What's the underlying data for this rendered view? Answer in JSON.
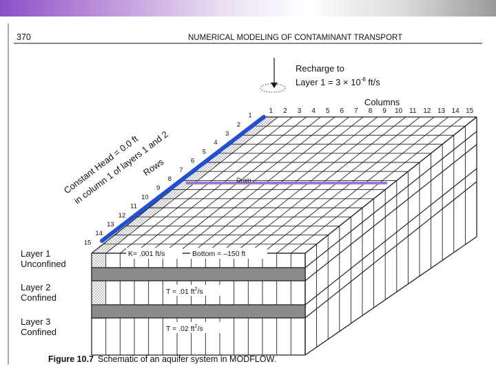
{
  "header": {
    "page_number": "370",
    "book_title": "NUMERICAL MODELING OF CONTAMINANT  TRANSPORT"
  },
  "recharge": {
    "line1": "Recharge to",
    "line2_prefix": "Layer 1 = 3 × 10",
    "exponent": "-8",
    "line2_suffix": " ft/s"
  },
  "columns": {
    "title": "Columns",
    "labels": [
      "1",
      "2",
      "3",
      "4",
      "5",
      "6",
      "7",
      "8",
      "9",
      "10",
      "11",
      "12",
      "13",
      "14",
      "15"
    ]
  },
  "rows": {
    "title": "Rows",
    "labels": [
      "1",
      "2",
      "3",
      "4",
      "5",
      "6",
      "7",
      "8",
      "9",
      "10",
      "11",
      "12",
      "13",
      "14",
      "15"
    ]
  },
  "constant_head": {
    "line1": "Constant Head = 0.0 ft",
    "line2": "in column 1 of layers 1 and 2"
  },
  "drain_label": "Drain",
  "layers": [
    {
      "name": "Layer 1",
      "type": "Unconfined"
    },
    {
      "name": "Layer 2",
      "type": "Confined"
    },
    {
      "name": "Layer 3",
      "type": "Confined"
    }
  ],
  "layer1_params": {
    "k": "K= .001 ft/s",
    "bottom": "Bottom = –150 ft"
  },
  "layer2_params": {
    "t_prefix": "T = .01 ft",
    "t_exp": "2",
    "t_suffix": "/s"
  },
  "layer3_params": {
    "t_prefix": "T = .02 ft",
    "t_exp": "2",
    "t_suffix": "/s"
  },
  "caption": {
    "label": "Figure 10.7",
    "text": "Schematic of an aquifer system in MODFLOW."
  },
  "colors": {
    "constant_head_line": "#1f4fd6",
    "drain_line": "#9a78d8",
    "confining_bed": "#8c8c8c",
    "grid": "#222222"
  }
}
